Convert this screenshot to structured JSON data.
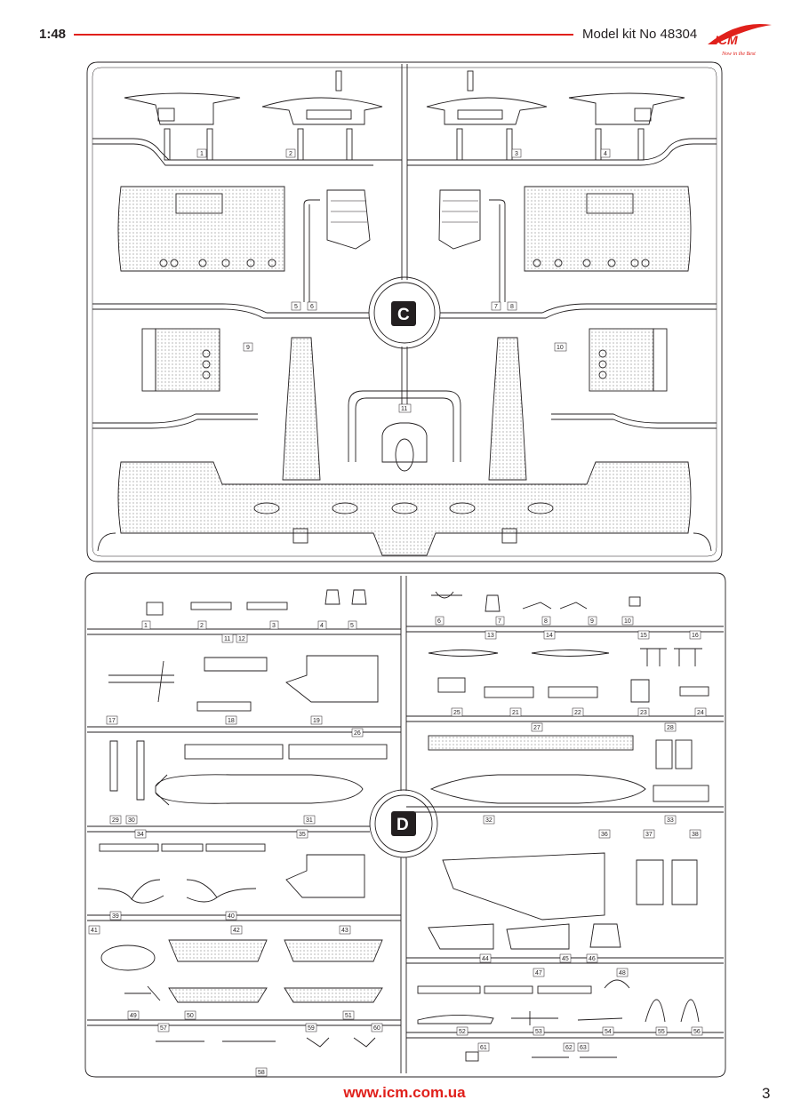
{
  "header": {
    "scale": "1:48",
    "kit_number": "Model kit No 48304",
    "logo_text": "ICM",
    "logo_tagline": "Now in the Best"
  },
  "footer": {
    "website": "www.icm.com.ua",
    "page_number": "3"
  },
  "sprues": {
    "c": {
      "letter": "C",
      "part_numbers": [
        "1",
        "2",
        "3",
        "4",
        "5",
        "6",
        "7",
        "8",
        "9",
        "10",
        "11"
      ]
    },
    "d": {
      "letter": "D",
      "part_numbers": [
        "1",
        "2",
        "3",
        "4",
        "5",
        "6",
        "7",
        "8",
        "9",
        "10",
        "11",
        "12",
        "13",
        "14",
        "15",
        "16",
        "17",
        "18",
        "19",
        "21",
        "22",
        "23",
        "24",
        "25",
        "26",
        "27",
        "28",
        "29",
        "30",
        "31",
        "32",
        "33",
        "34",
        "35",
        "36",
        "37",
        "38",
        "39",
        "40",
        "41",
        "42",
        "43",
        "44",
        "45",
        "46",
        "47",
        "48",
        "49",
        "50",
        "51",
        "52",
        "53",
        "54",
        "55",
        "56",
        "57",
        "58",
        "59",
        "60",
        "61",
        "62",
        "63"
      ]
    }
  },
  "colors": {
    "accent_red": "#e0201b",
    "ink": "#231f20",
    "badge": "#231f20"
  }
}
